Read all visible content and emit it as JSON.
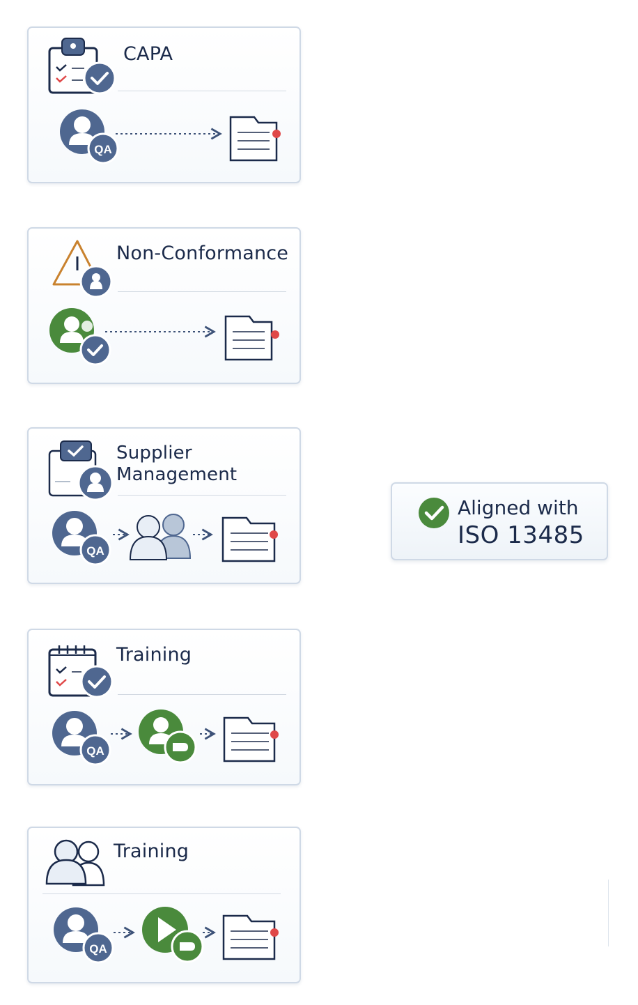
{
  "cards": [
    {
      "title": "CAPA",
      "badge": "QA"
    },
    {
      "title": "Non-Conformance"
    },
    {
      "title_line1": "Supplier",
      "title_line2": "Management",
      "badge": "QA"
    },
    {
      "title": "Training",
      "badge": "QA"
    },
    {
      "title": "Training",
      "badge": "QA"
    }
  ],
  "iso": {
    "line1": "Aligned with",
    "line2": "ISO 13485"
  },
  "colors": {
    "navy": "#1b2a4a",
    "slate": "#4f6790",
    "green": "#4a8a3c",
    "orange": "#c9822e",
    "red": "#e04848"
  }
}
